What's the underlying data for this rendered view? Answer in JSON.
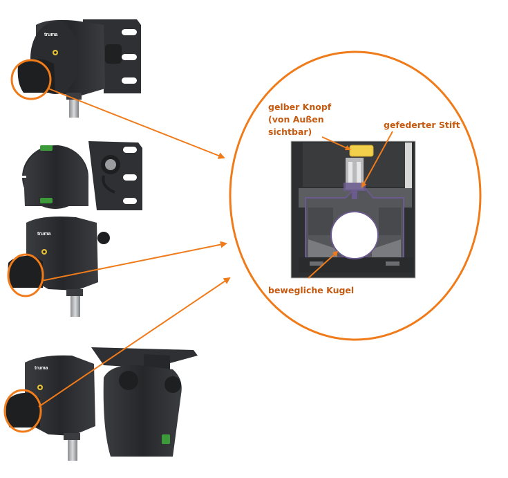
{
  "labels": {
    "yellow_button_line1": "gelber Knopf",
    "yellow_button_line2": "(von Außen",
    "yellow_button_line3": "sichtbar)",
    "spring_pin": "gefederter Stift",
    "movable_ball": "bewegliche Kugel"
  },
  "brand": {
    "logo_text": "truma"
  },
  "colors": {
    "accent_orange": "#f07b1a",
    "label_text": "#c55a11",
    "device_body": "#2b2d30",
    "indicator_green": "#3d9a3a",
    "knob_yellow": "#f2d04b",
    "section_purple": "#6b5a8e"
  }
}
